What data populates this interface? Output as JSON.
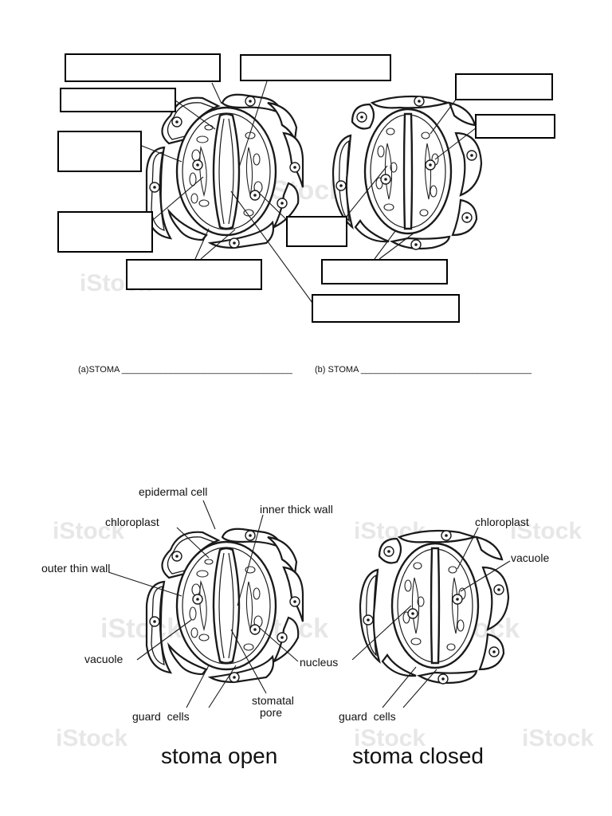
{
  "worksheet": {
    "caption_a": "(a)STOMA ___________________________________",
    "caption_b": "(b) STOMA ___________________________________"
  },
  "diagram_labels": {
    "epidermal_cell": "epidermal cell",
    "chloroplast_left": "chloroplast",
    "inner_thick_wall": "inner thick wall",
    "outer_thin_wall": "outer thin wall",
    "vacuole_left": "vacuole",
    "nucleus": "nucleus",
    "guard_cells_left": "guard  cells",
    "stomatal_pore_1": "stomatal",
    "stomatal_pore_2": "pore",
    "chloroplast_right": "chloroplast",
    "vacuole_right": "vacuole",
    "guard_cells_right": "guard  cells"
  },
  "titles": {
    "stoma_open": "stoma open",
    "stoma_closed": "stoma closed"
  }
}
